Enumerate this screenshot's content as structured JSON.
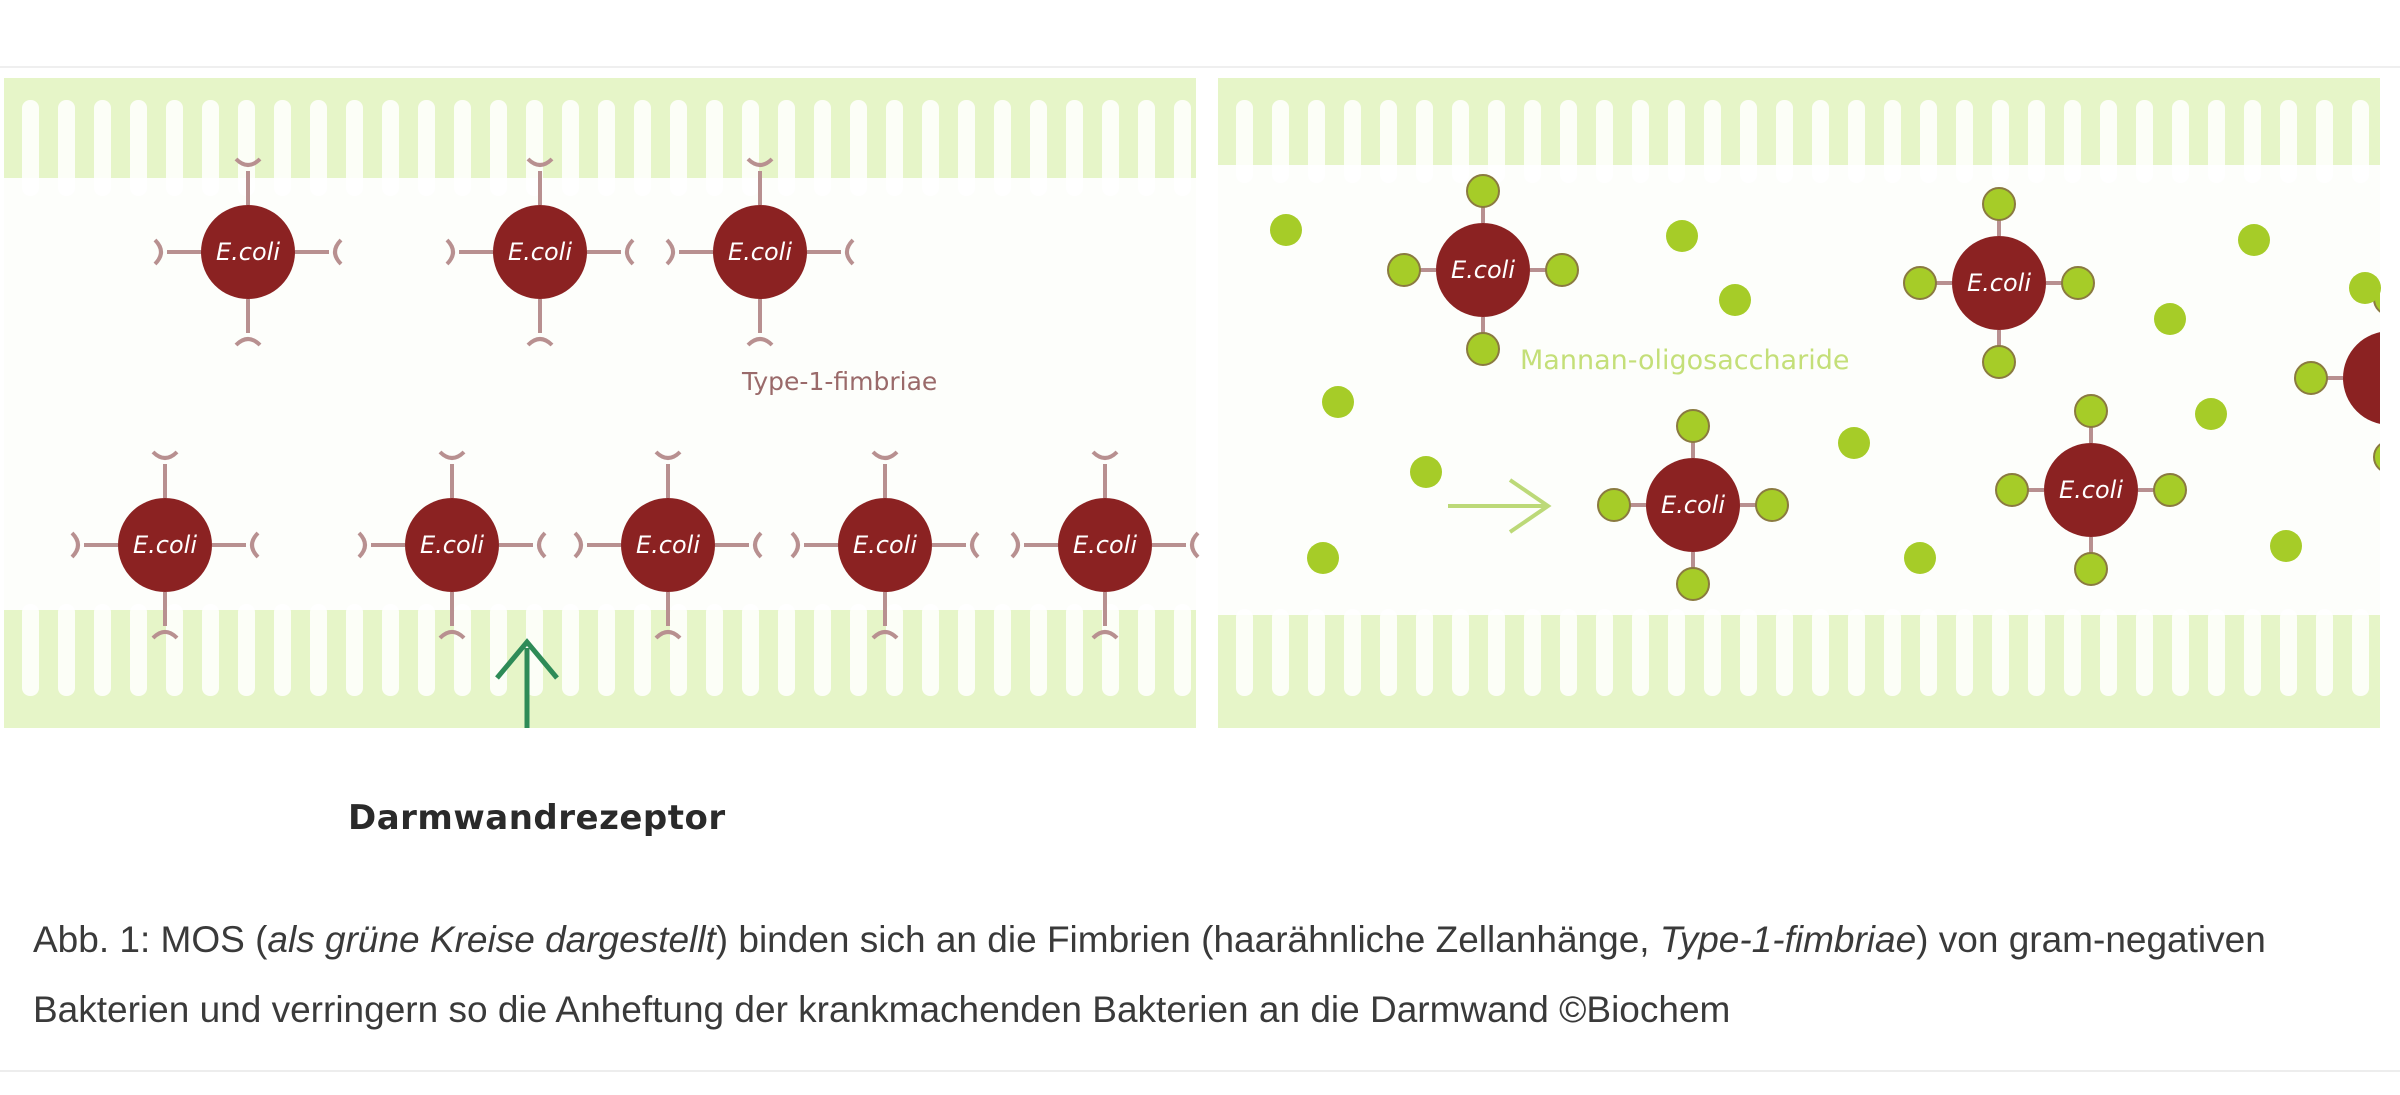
{
  "figure": {
    "ecoli_label": "E.coli",
    "fimbriae_label": "Type-1-fimbriae",
    "mannan_label": "Mannan-oligosaccharide",
    "receptor_label": "Darmwandrezeptor",
    "colors": {
      "intestine_wall": "#e6f5c8",
      "villus": "#d6eea4",
      "bacterium": "#8b2222",
      "fimbriae": "#b89090",
      "mos": "#a6cc28",
      "receptor_arrow": "#2e8b57",
      "flow_arrow": "#bcd978"
    },
    "icons": [
      "ecoli-bacterium-icon",
      "fimbriae-icon",
      "mos-particle-icon",
      "arrow-up-icon",
      "arrow-right-icon"
    ]
  },
  "caption": {
    "prefix": "Abb. 1: MOS (",
    "italic_1": "als grüne Kreise dargestellt",
    "middle": ") binden sich an die Fimbrien (haarähnliche Zellanhänge, ",
    "italic_2": "Type-1-fimbriae",
    "suffix": ") von gram-negativen Bakterien und verringern so die Anheftung der krankmachenden Bakterien an die Darmwand ©Biochem"
  }
}
